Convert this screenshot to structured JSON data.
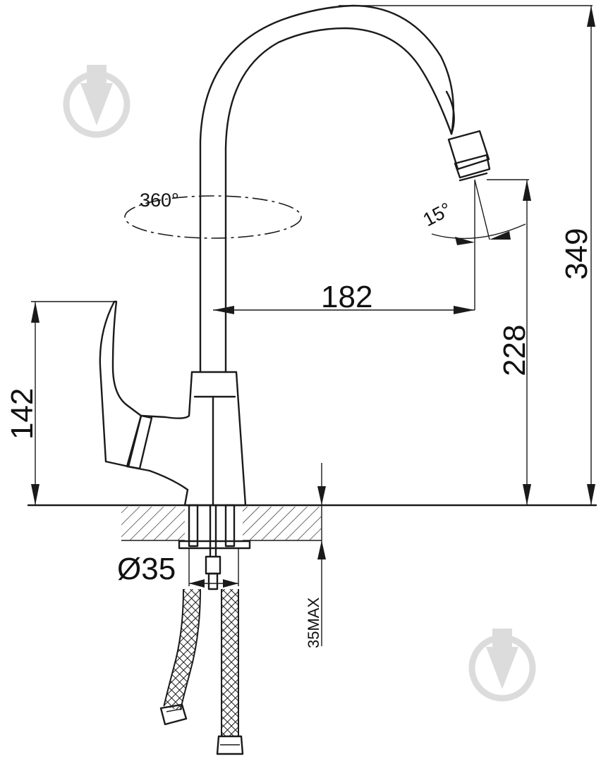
{
  "dimensions": {
    "total_height": "349",
    "spout_height": "228",
    "handle_height": "142",
    "spout_reach": "182",
    "hole_diameter": "Ø35",
    "max_deck_thickness": "35MAX"
  },
  "angles": {
    "swivel": "360°",
    "aerator_tilt": "15°"
  },
  "watermark": {
    "icon": "pen-nib-icon"
  },
  "colors": {
    "line": "#1a1a1a",
    "watermark": "#dcdcdc",
    "background": "#ffffff"
  }
}
